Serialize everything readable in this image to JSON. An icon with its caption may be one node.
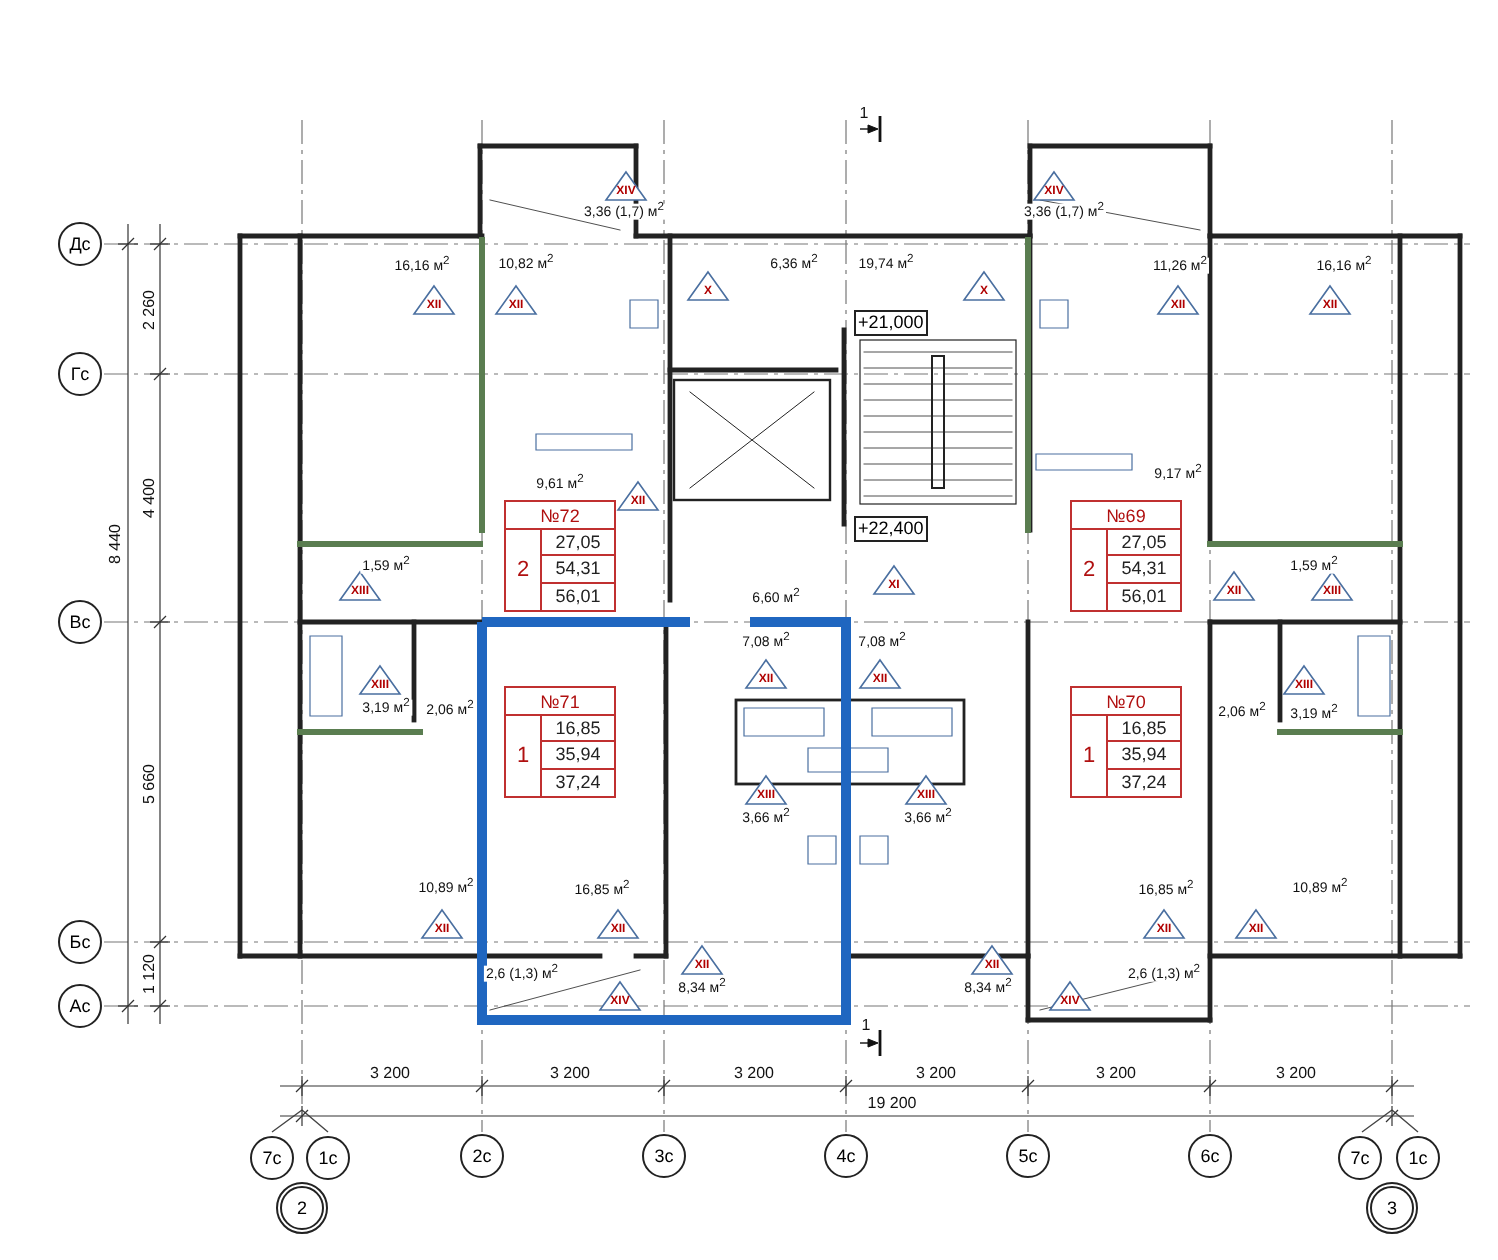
{
  "diagram": {
    "nodes": [
      {
        "text": [
          "XIV"
        ]
      },
      {
        "text": [
          "XIV"
        ]
      },
      {
        "text": [
          "Дс"
        ]
      },
      {
        "text": [
          "XII"
        ]
      },
      {
        "text": [
          "XII"
        ]
      },
      {
        "text": [
          "X"
        ]
      },
      {
        "text": [
          "X"
        ]
      },
      {
        "text": [
          "XII"
        ]
      },
      {
        "text": [
          "XII"
        ]
      },
      {
        "text": [
          "+21,000"
        ]
      },
      {
        "text": [
          "Гс"
        ]
      },
      {
        "text": [
          "XII"
        ]
      },
      {
        "text": [
          "№72",
          "2",
          "27,05",
          "54,31",
          "56,01"
        ]
      },
      {
        "text": [
          "№69",
          "2",
          "27,05",
          "54,31",
          "56,01"
        ]
      },
      {
        "text": [
          "+22,400"
        ]
      },
      {
        "text": [
          "XI"
        ]
      },
      {
        "text": [
          "XIII"
        ]
      },
      {
        "text": [
          "XII"
        ]
      },
      {
        "text": [
          "XIII"
        ]
      },
      {
        "text": [
          "Вс"
        ]
      },
      {
        "text": [
          "XII"
        ]
      },
      {
        "text": [
          "XII"
        ]
      },
      {
        "text": [
          "XIII"
        ]
      },
      {
        "text": [
          "XIII"
        ]
      },
      {
        "text": [
          "№71",
          "1",
          "16,85",
          "35,94",
          "37,24"
        ]
      },
      {
        "text": [
          "№70",
          "1",
          "16,85",
          "35,94",
          "37,24"
        ]
      },
      {
        "text": [
          "XIII"
        ]
      },
      {
        "text": [
          "XIII"
        ]
      },
      {
        "text": [
          "XII"
        ]
      },
      {
        "text": [
          "XII"
        ]
      },
      {
        "text": [
          "XII"
        ]
      },
      {
        "text": [
          "XII"
        ]
      },
      {
        "text": [
          "Бс"
        ]
      },
      {
        "text": [
          "XII"
        ]
      },
      {
        "text": [
          "XII"
        ]
      },
      {
        "text": [
          "XIV"
        ]
      },
      {
        "text": [
          "XIV"
        ]
      },
      {
        "text": [
          "Ас"
        ]
      },
      {
        "text": [
          "7с"
        ]
      },
      {
        "text": [
          "1с"
        ]
      },
      {
        "text": [
          "2с"
        ]
      },
      {
        "text": [
          "3с"
        ]
      },
      {
        "text": [
          "4с"
        ]
      },
      {
        "text": [
          "5с"
        ]
      },
      {
        "text": [
          "6с"
        ]
      },
      {
        "text": [
          "7с"
        ]
      },
      {
        "text": [
          "1с"
        ]
      },
      {
        "text": [
          "2"
        ]
      },
      {
        "text": [
          "3"
        ]
      }
    ],
    "labels": [
      "1",
      "3,36 (1,7) м$^{2}$",
      "3,36 (1,7) м$^{2}$",
      "16,16 м$^{2}$",
      "10,82 м$^{2}$",
      "6,36 м$^{2}$",
      "19,74 м$^{2}$",
      "11,26 м$^{2}$",
      "16,16 м$^{2}$",
      "2 260",
      "9,17 м$^{2}$",
      "9,61 м$^{2}$",
      "4 400",
      "8 440",
      "1,59 м$^{2}$",
      "1,59 м$^{2}$",
      "6,60 м$^{2}$",
      "7,08 м$^{2}$",
      "7,08 м$^{2}$",
      "3,19 м$^{2}$",
      "2,06 м$^{2}$",
      "2,06 м$^{2}$",
      "3,19 м$^{2}$",
      "5 660",
      "3,66 м$^{2}$",
      "3,66 м$^{2}$",
      "10,89 м$^{2}$",
      "16,85 м$^{2}$",
      "16,85 м$^{2}$",
      "10,89 м$^{2}$",
      "2,6 (1,3) м$^{2}$",
      "2,6 (1,3) м$^{2}$",
      "1 120",
      "8,34 м$^{2}$",
      "8,34 м$^{2}$",
      "1",
      "3 200",
      "3 200",
      "3 200",
      "3 200",
      "3 200",
      "3 200",
      "19 200"
    ]
  }
}
